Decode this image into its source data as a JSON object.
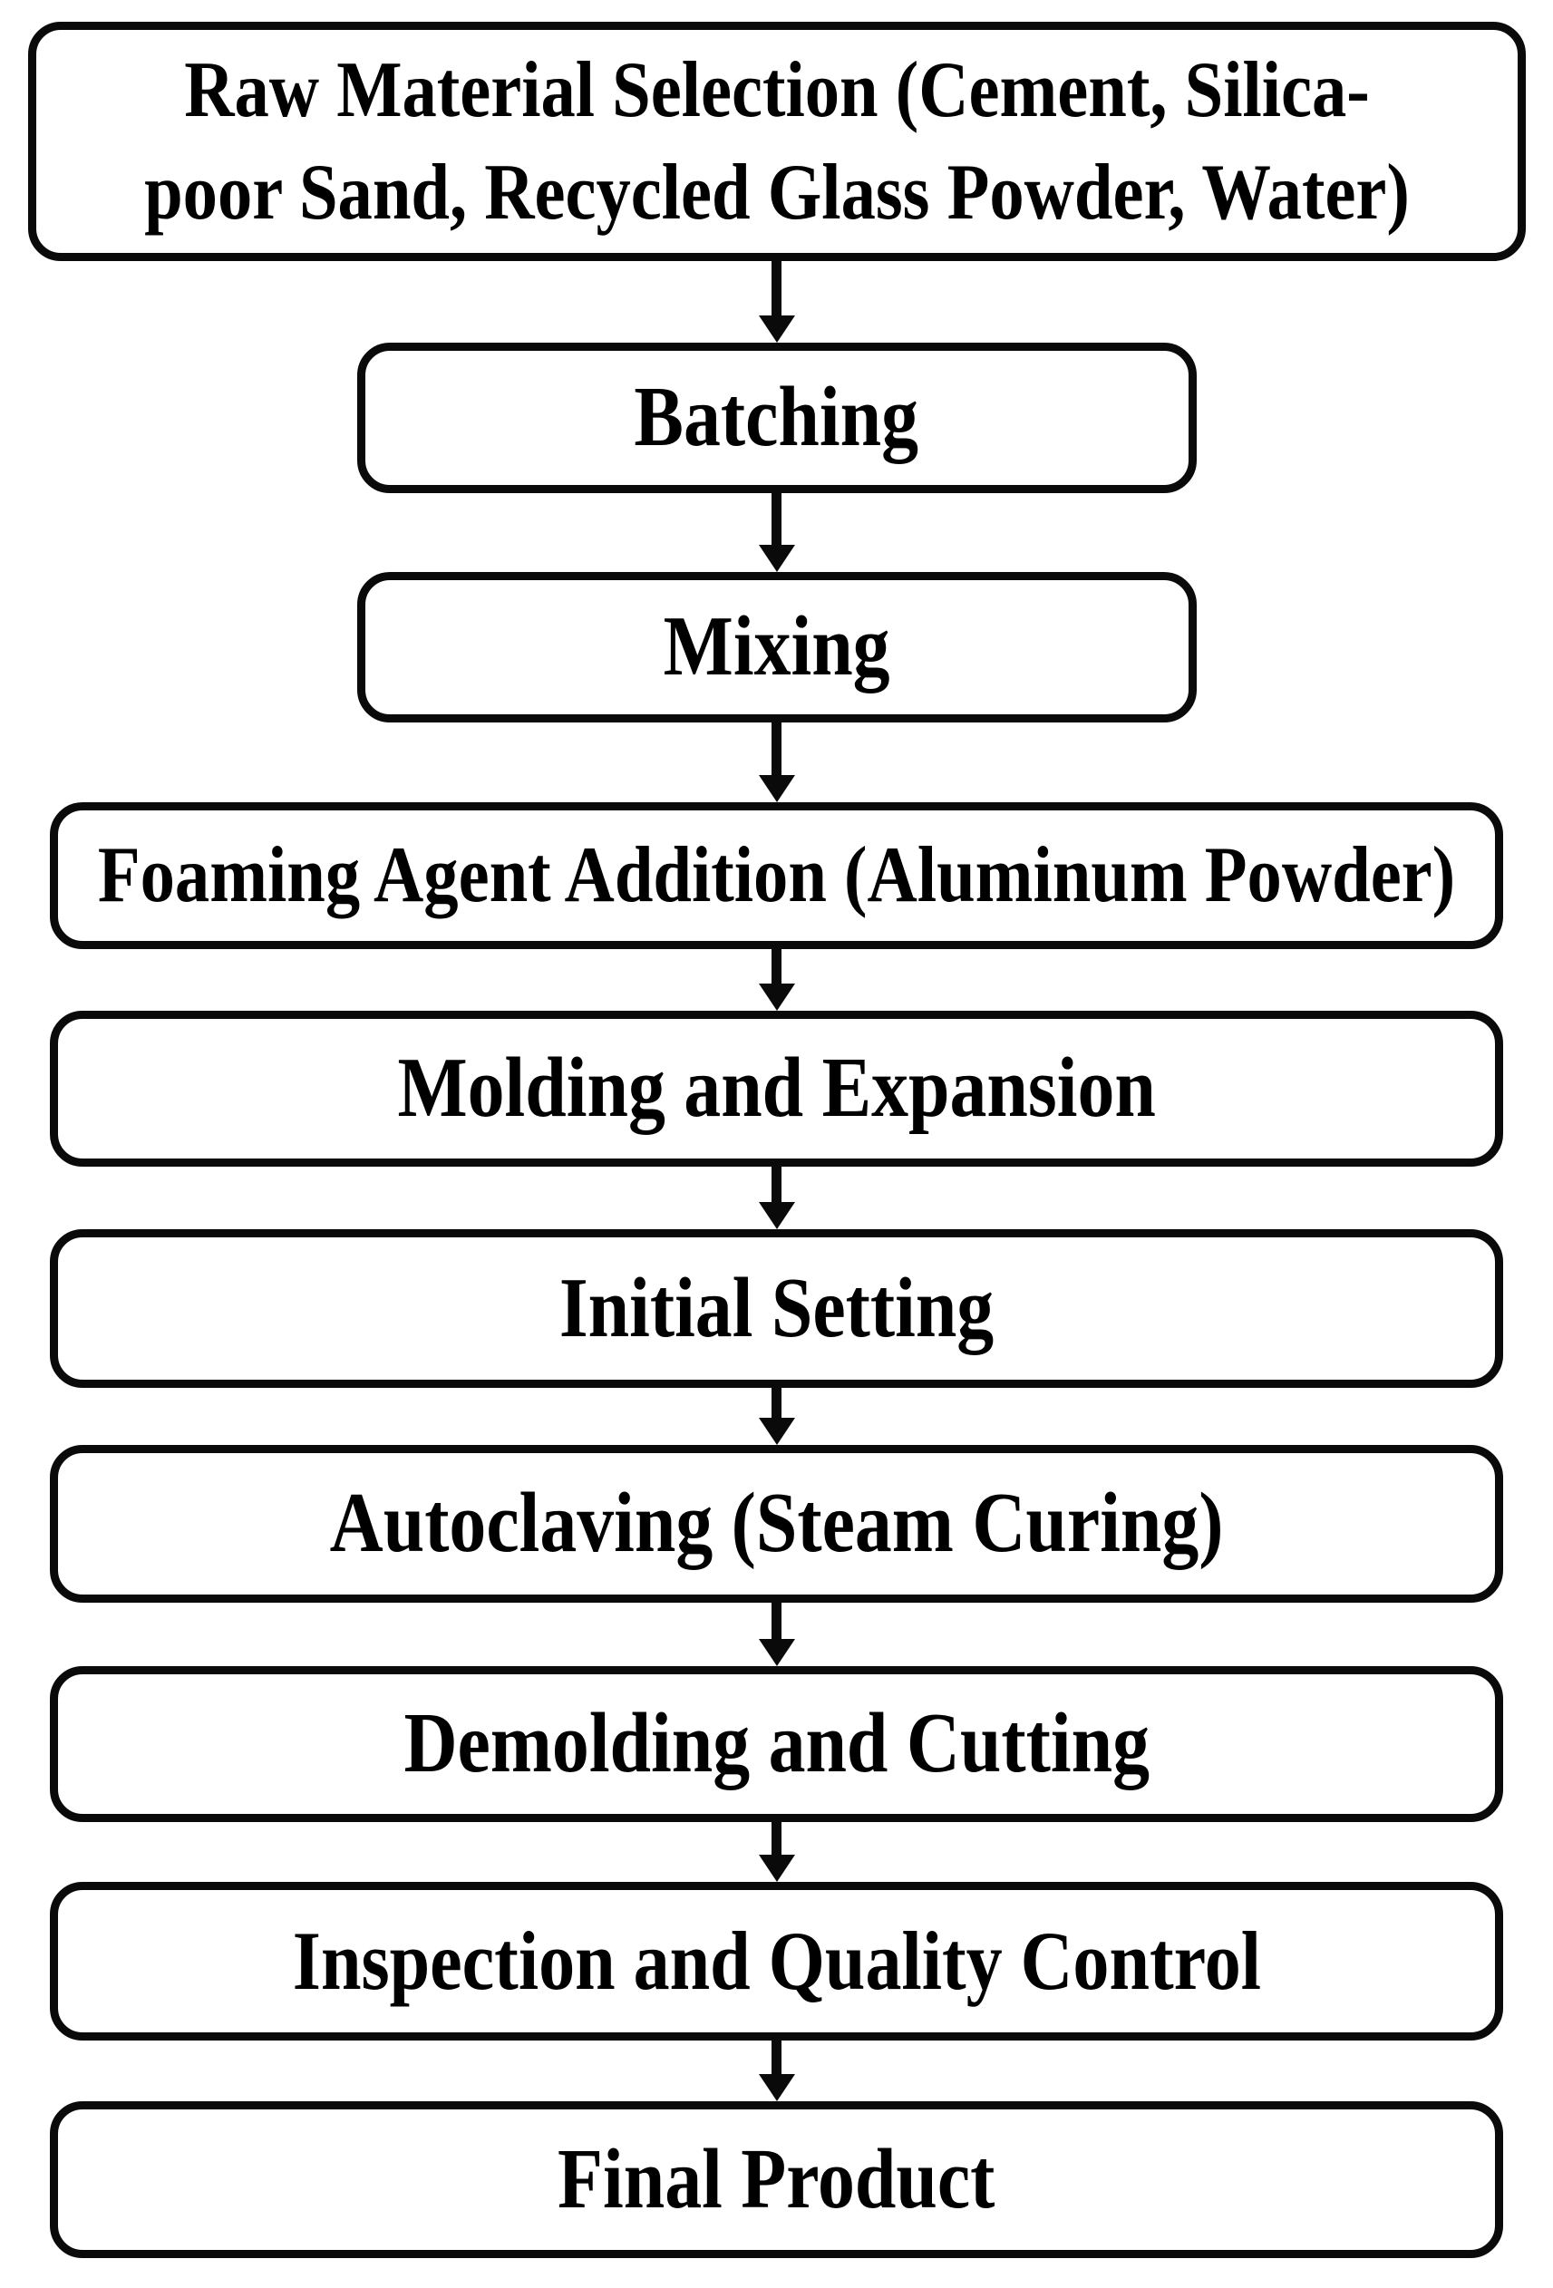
{
  "colors": {
    "background": "#ffffff",
    "line": "#0a0a0a",
    "text": "#000000",
    "node_fill": "#ffffff"
  },
  "flow": {
    "type": "flowchart",
    "direction": "top-to-bottom",
    "nodes": [
      {
        "id": "raw-material-selection",
        "label": "Raw Material Selection (Cement, Silica-poor Sand, Recycled Glass Powder, Water)",
        "lines": [
          "Raw Material Selection (Cement, Silica-",
          "poor Sand, Recycled Glass Powder, Water)"
        ]
      },
      {
        "id": "batching",
        "label": "Batching"
      },
      {
        "id": "mixing",
        "label": "Mixing"
      },
      {
        "id": "foaming-agent-addition",
        "label": "Foaming Agent Addition (Aluminum Powder)"
      },
      {
        "id": "molding-and-expansion",
        "label": "Molding and Expansion"
      },
      {
        "id": "initial-setting",
        "label": "Initial Setting"
      },
      {
        "id": "autoclaving",
        "label": "Autoclaving (Steam Curing)"
      },
      {
        "id": "demolding-and-cutting",
        "label": "Demolding and Cutting"
      },
      {
        "id": "inspection-and-quality-control",
        "label": "Inspection and Quality Control"
      },
      {
        "id": "final-product",
        "label": "Final Product"
      }
    ],
    "edges": [
      {
        "from": "raw-material-selection",
        "to": "batching"
      },
      {
        "from": "batching",
        "to": "mixing"
      },
      {
        "from": "mixing",
        "to": "foaming-agent-addition"
      },
      {
        "from": "foaming-agent-addition",
        "to": "molding-and-expansion"
      },
      {
        "from": "molding-and-expansion",
        "to": "initial-setting"
      },
      {
        "from": "initial-setting",
        "to": "autoclaving"
      },
      {
        "from": "autoclaving",
        "to": "demolding-and-cutting"
      },
      {
        "from": "demolding-and-cutting",
        "to": "inspection-and-quality-control"
      },
      {
        "from": "inspection-and-quality-control",
        "to": "final-product"
      }
    ]
  }
}
